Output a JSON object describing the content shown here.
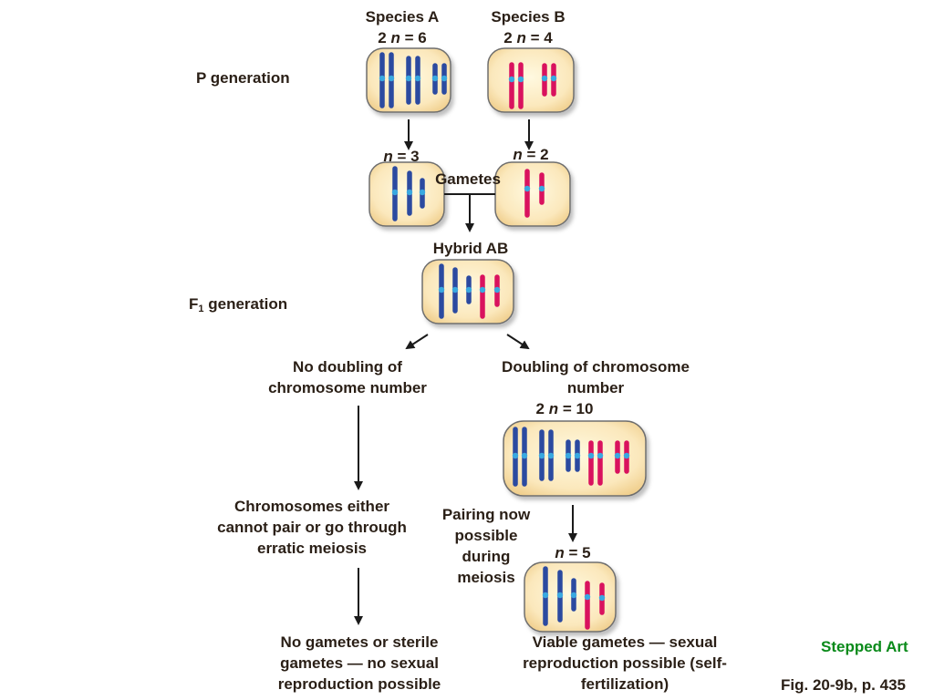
{
  "labels": {
    "species_a": "Species A",
    "species_b": "Species B",
    "two": "2",
    "n": "n",
    "eq6": "= 6",
    "eq4": "= 4",
    "eq3": "= 3",
    "eq2": "= 2",
    "eq10": "= 10",
    "eq5": "= 5",
    "p_generation": "P generation",
    "gametes": "Gametes",
    "hybrid": "Hybrid AB",
    "f_prefix": "F",
    "f_sub": "1",
    "f_suffix": " generation",
    "no_doubling_1": "No doubling of",
    "no_doubling_2": "chromosome number",
    "doubling_1": "Doubling of chromosome",
    "doubling_2": "number",
    "erratic_1": "Chromosomes either",
    "erratic_2": "cannot pair or go through",
    "erratic_3": "erratic meiosis",
    "pairing_1": "Pairing now",
    "pairing_2": "possible",
    "pairing_3": "during",
    "pairing_4": "meiosis",
    "sterile_1": "No gametes or sterile",
    "sterile_2": "gametes — no sexual",
    "sterile_3": "reproduction possible",
    "viable_1": "Viable gametes — sexual",
    "viable_2": "reproduction possible (self-",
    "viable_3": "fertilization)",
    "stepped_art": "Stepped Art",
    "fig_caption": "Fig. 20-9b, p. 435"
  },
  "colors": {
    "species_a_chromosome": "#2b4aa0",
    "species_b_chromosome": "#d9125e",
    "centromere": "#39a8e0",
    "cell_fill_center": "#fff8dc",
    "cell_fill_edge": "#f3d79a",
    "cell_outline": "#6e6e6e",
    "arrow": "#1a1a1a",
    "caption_green": "#0a8a1a"
  }
}
